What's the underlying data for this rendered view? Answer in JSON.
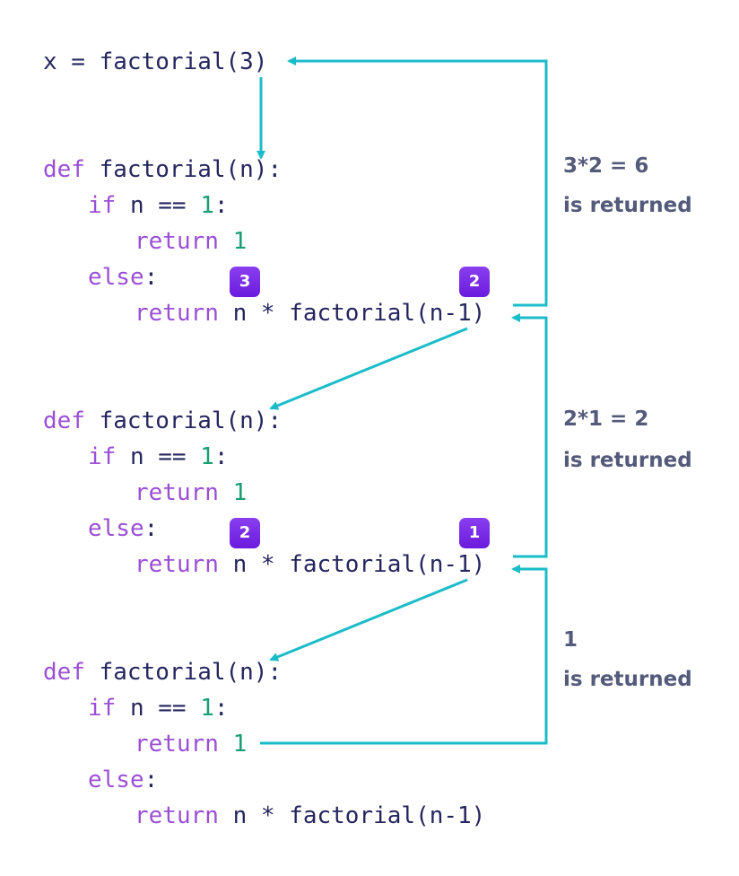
{
  "colors": {
    "arrow": "#1bbcc9",
    "keyword": "#9b4fd6",
    "number": "#1a9e74",
    "text": "#25265e",
    "badge": "#7a2eea",
    "note": "#545a7a"
  },
  "top_call": {
    "prefix": "x = ",
    "call": "factorial(3)"
  },
  "blocks": [
    {
      "def_kw": "def",
      "def_rest": " factorial(n):",
      "if_kw": "if",
      "if_rest": " n == ",
      "if_num": "1",
      "if_colon": ":",
      "ret1_kw": "return",
      "ret1_num": "1",
      "else_kw": "else",
      "else_colon": ":",
      "ret2_kw": "return",
      "ret2_rest": " n * factorial(n-1)",
      "badge_left": "3",
      "badge_right": "2"
    },
    {
      "def_kw": "def",
      "def_rest": " factorial(n):",
      "if_kw": "if",
      "if_rest": " n == ",
      "if_num": "1",
      "if_colon": ":",
      "ret1_kw": "return",
      "ret1_num": "1",
      "else_kw": "else",
      "else_colon": ":",
      "ret2_kw": "return",
      "ret2_rest": " n * factorial(n-1)",
      "badge_left": "2",
      "badge_right": "1"
    },
    {
      "def_kw": "def",
      "def_rest": " factorial(n):",
      "if_kw": "if",
      "if_rest": " n == ",
      "if_num": "1",
      "if_colon": ":",
      "ret1_kw": "return",
      "ret1_num": "1",
      "else_kw": "else",
      "else_colon": ":",
      "ret2_kw": "return",
      "ret2_rest": " n * factorial(n-1)"
    }
  ],
  "returns": [
    {
      "value": "3*2 = 6",
      "label": "is returned"
    },
    {
      "value": "2*1 = 2",
      "label": "is returned"
    },
    {
      "value": "1",
      "label": "is returned"
    }
  ]
}
